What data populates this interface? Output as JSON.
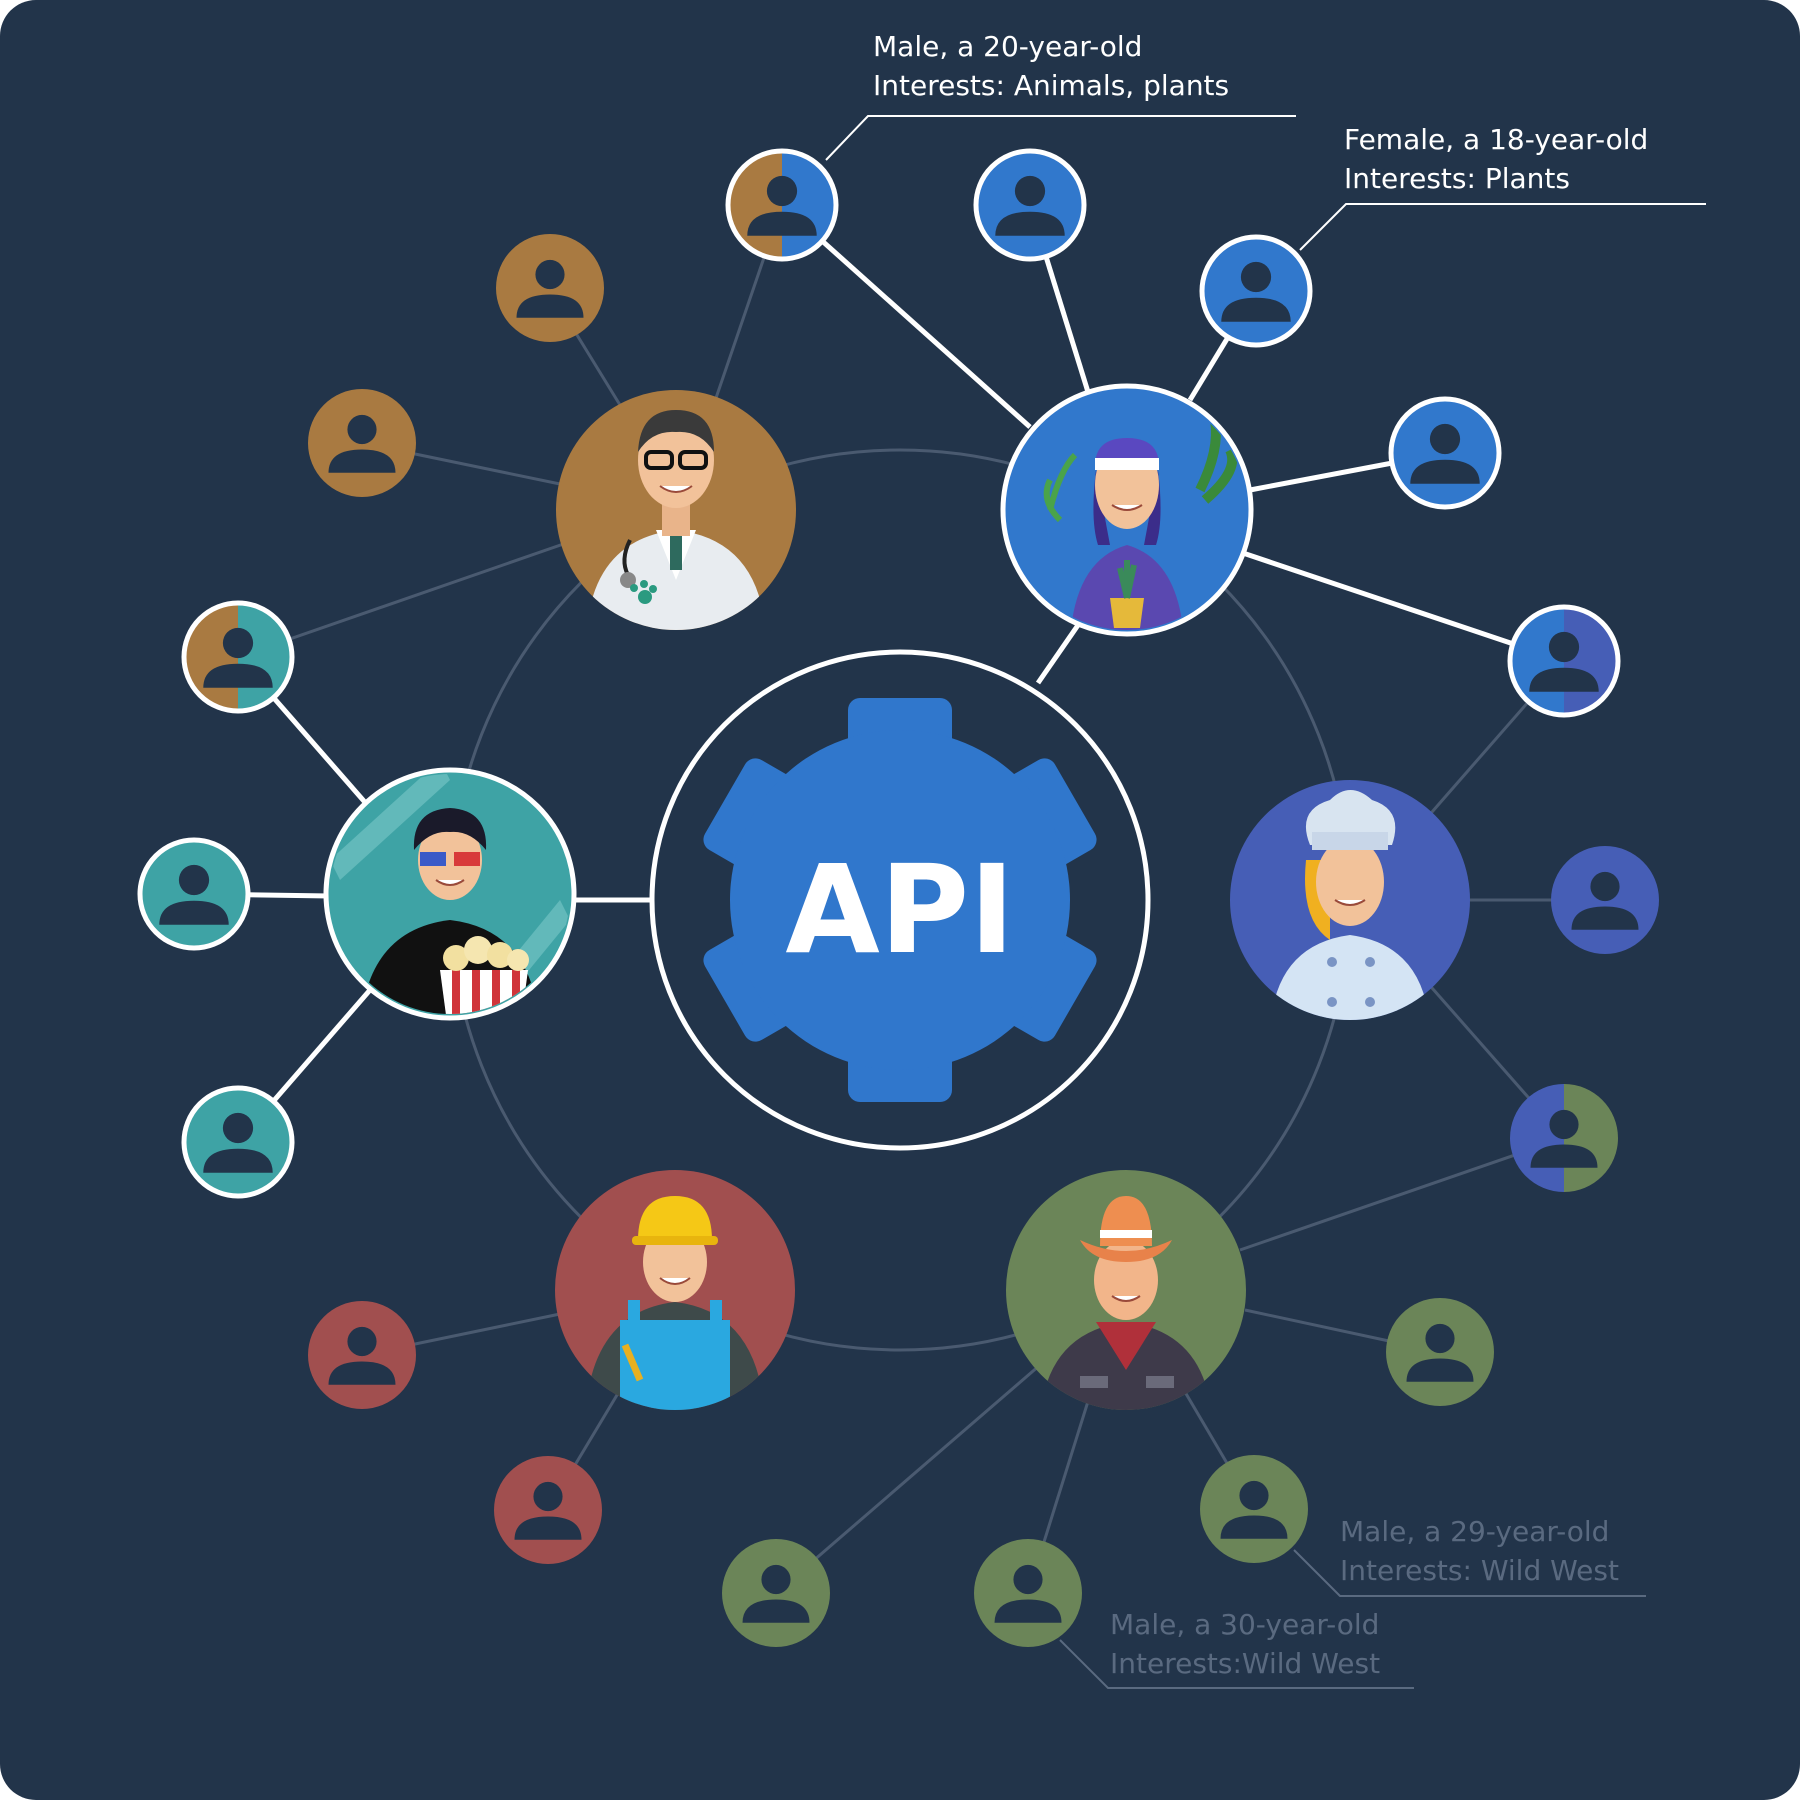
{
  "center": {
    "label": "API",
    "colors": {
      "gear": "#3077CC",
      "ring": "#FFFFFF",
      "text": "#FFFFFF"
    }
  },
  "colors": {
    "background": "#22344A",
    "brown": "#A97A41",
    "blue": "#3178CC",
    "indigo": "#465EB6",
    "teal": "#3EA3A5",
    "red": "#A14F4F",
    "green": "#6B8558",
    "head": "#22344A",
    "thin_line": "#4A5A70",
    "thick_line": "#FFFFFF",
    "callout_bright": "#FFFFFF",
    "callout_dim": "#5A6A80"
  },
  "personas": [
    {
      "id": "doctor",
      "icon": "doctor-icon",
      "color": "#A97A41",
      "highlighted": false
    },
    {
      "id": "gardener",
      "icon": "gardener-woman-icon",
      "color": "#3178CC",
      "highlighted": true
    },
    {
      "id": "chef",
      "icon": "chef-woman-icon",
      "color": "#465EB6",
      "highlighted": false
    },
    {
      "id": "cowboy",
      "icon": "cowboy-icon",
      "color": "#6B8558",
      "highlighted": false
    },
    {
      "id": "worker",
      "icon": "construction-worker-icon",
      "color": "#A14F4F",
      "highlighted": false
    },
    {
      "id": "moviegoer",
      "icon": "moviegoer-icon",
      "color": "#3EA3A5",
      "highlighted": true
    }
  ],
  "callouts": [
    {
      "id": "c1",
      "lines": [
        "Male, a 20-year-old",
        "Interests: Animals, plants"
      ],
      "style": "bright"
    },
    {
      "id": "c2",
      "lines": [
        "Female, a 18-year-old",
        "Interests: Plants"
      ],
      "style": "bright"
    },
    {
      "id": "c3",
      "lines": [
        "Male, a 29-year-old",
        "Interests: Wild West"
      ],
      "style": "dim"
    },
    {
      "id": "c4",
      "lines": [
        "Male, a 30-year-old",
        "Interests:Wild West"
      ],
      "style": "dim"
    }
  ]
}
